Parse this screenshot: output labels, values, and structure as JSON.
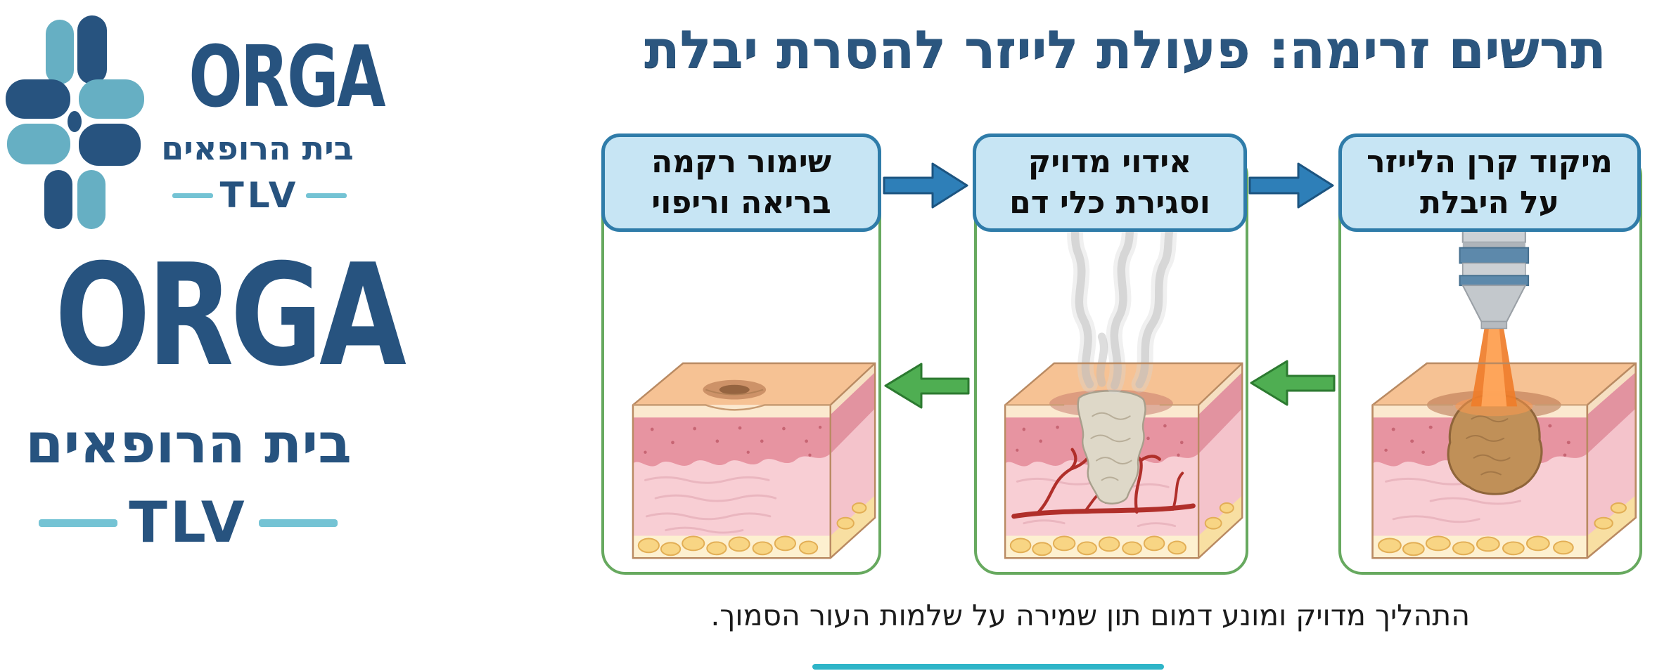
{
  "colors": {
    "brand_navy": "#27537f",
    "brand_teal": "#66afc3",
    "brand_teal_light": "#74c3d4",
    "title_blue": "#2b567f",
    "label_box_fill": "#c7e5f4",
    "label_box_border": "#2f7ca9",
    "panel_border_green": "#67a95f",
    "arrow_blue": "#2e7fb8",
    "arrow_green": "#4fae52",
    "caption_underline_teal": "#2fb5c8",
    "laser_beam_orange": "#ef7d2a"
  },
  "logo": {
    "brand": "ORGA",
    "subtitle": "בית הרופאים",
    "city": "TLV",
    "icon": "medical-cross-pinwheel"
  },
  "header": {
    "title": "תרשים זרימה: פעולת לייזר להסרת יבלת"
  },
  "flow": {
    "direction": "rtl",
    "steps": [
      {
        "order": 1,
        "label": "מיקוד קרן הלייזר על היבלת",
        "line1": "מיקוד קרן הלייזר",
        "line2": "על היבלת",
        "illustration": "laser-handpiece-beam-on-wart-skin-block"
      },
      {
        "order": 2,
        "label": "אידוי מדויק וסגירת כלי דם",
        "line1": "אידוי מדויק",
        "line2": "וסגירת כלי דם",
        "illustration": "vaporized-wart-smoke-and-blood-vessels-skin-block"
      },
      {
        "order": 3,
        "label": "שימור רקמה בריאה וריפוי",
        "line1": "שימור רקמה",
        "line2": "בריאה וריפוי",
        "illustration": "healed-skin-block-small-mark"
      }
    ],
    "top_arrows_direction": "right",
    "middle_arrows_direction": "left"
  },
  "caption": {
    "text": "התהליך מדויק ומונע דמום תון שמירה על שלמות העור הסמוך."
  }
}
